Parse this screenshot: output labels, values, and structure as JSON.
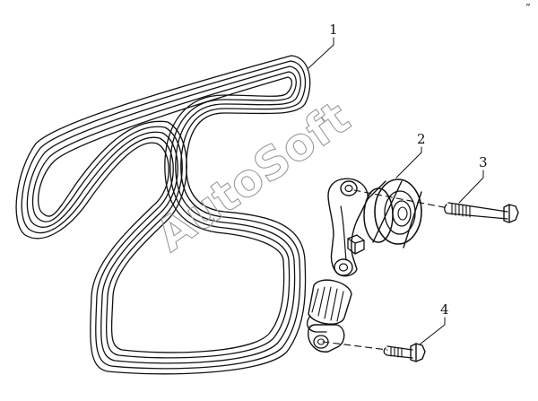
{
  "callouts": [
    {
      "label": "1",
      "part": "drive-belt"
    },
    {
      "label": "2",
      "part": "tensioner-pulley"
    },
    {
      "label": "3",
      "part": "pulley-bolt"
    },
    {
      "label": "4",
      "part": "tensioner-mount-bolt"
    }
  ],
  "watermark": {
    "text": "AutoSoft",
    "color": "#9a9a9a"
  },
  "corner_mark": "”",
  "colors": {
    "line": "#111111",
    "background": "#ffffff"
  }
}
